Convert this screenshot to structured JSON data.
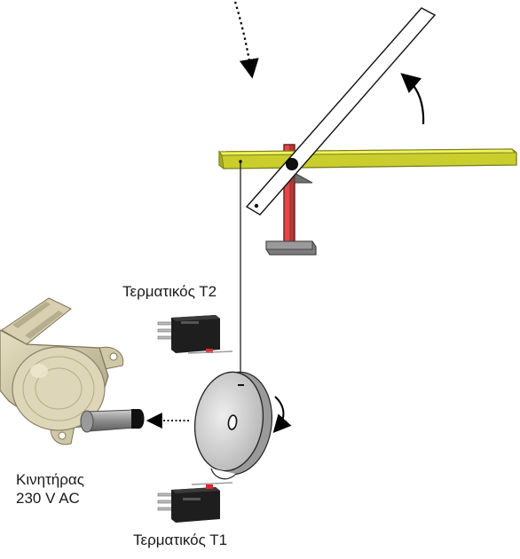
{
  "labels": {
    "switch_t2": "Τερματικός Τ2",
    "switch_t1": "Τερματικός Τ1",
    "motor_line1": "Κινητήρας",
    "motor_line2": "230 V AC"
  },
  "colors": {
    "beam": "#e6ec3c",
    "beam_edge": "#7a7d1c",
    "post": "#e04848",
    "post_edge": "#7a2424",
    "base": "#6e6e6e",
    "disc": "#d6d6d6",
    "motor_body": "#cfc7a6",
    "switch_body": "#1e1e1e",
    "switch_button": "#d62c2c",
    "arrow": "#000000"
  },
  "icons": {
    "motor": "gear-motor-icon",
    "switch": "microswitch-icon",
    "disc": "cam-disc-icon"
  }
}
